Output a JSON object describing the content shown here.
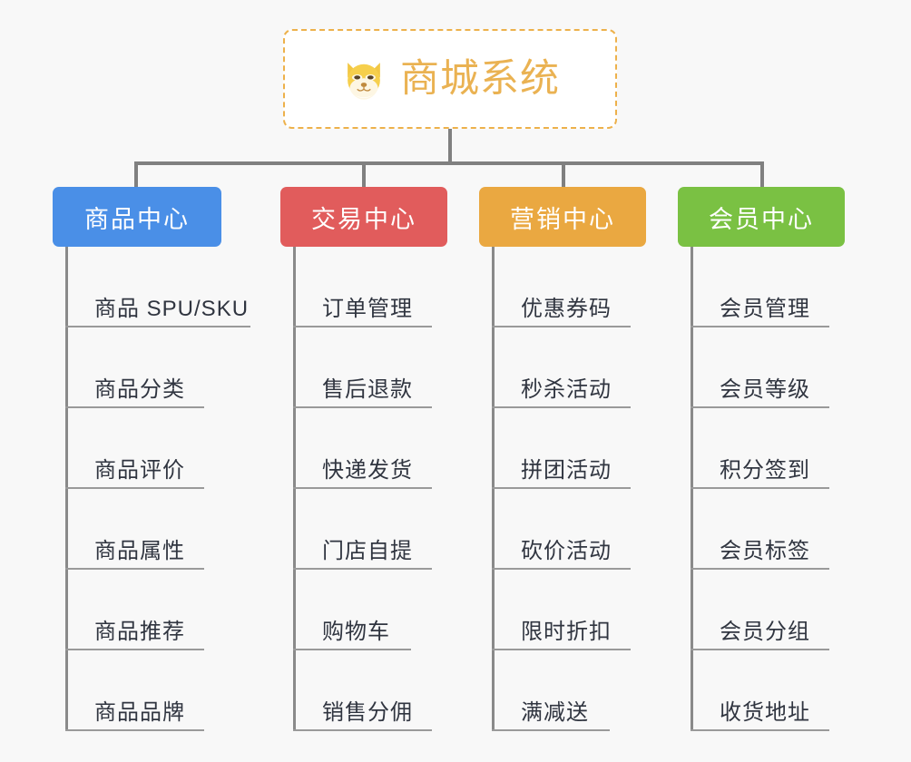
{
  "page": {
    "background_color": "#f8f8f8",
    "type": "mindmap-tree"
  },
  "root": {
    "title": "商城系统",
    "icon": "dog-face-emoji",
    "border_color": "#edb14b",
    "text_color": "#eab252",
    "background_color": "#ffffff"
  },
  "connector_color": "#808080",
  "columns": [
    {
      "label": "商品中心",
      "color": "#4a8fe7",
      "items": [
        "商品 SPU/SKU",
        "商品分类",
        "商品评价",
        "商品属性",
        "商品推荐",
        "商品品牌"
      ]
    },
    {
      "label": "交易中心",
      "color": "#e15c5c",
      "items": [
        "订单管理",
        "售后退款",
        "快递发货",
        "门店自提",
        "购物车",
        "销售分佣"
      ]
    },
    {
      "label": "营销中心",
      "color": "#eaa841",
      "items": [
        "优惠券码",
        "秒杀活动",
        "拼团活动",
        "砍价活动",
        "限时折扣",
        "满减送"
      ]
    },
    {
      "label": "会员中心",
      "color": "#7ac143",
      "items": [
        "会员管理",
        "会员等级",
        "积分签到",
        "会员标签",
        "会员分组",
        "收货地址"
      ]
    }
  ]
}
